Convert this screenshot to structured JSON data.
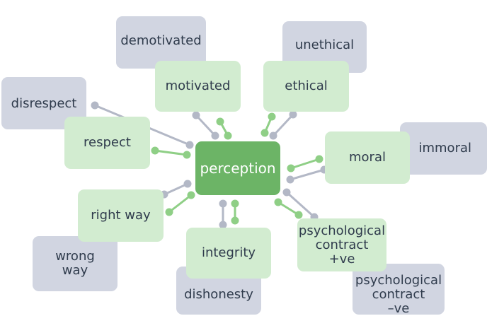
{
  "center": {
    "label": "perception"
  },
  "positive": {
    "motivated": "motivated",
    "ethical": "ethical",
    "respect": "respect",
    "moral": "moral",
    "right_way": "right way",
    "integrity": "integrity",
    "psych_pos": "psychological\ncontract\n+ve"
  },
  "negative": {
    "demotivated": "demotivated",
    "unethical": "unethical",
    "disrespect": "disrespect",
    "immoral": "immoral",
    "wrong_way": "wrong\nway",
    "dishonesty": "dishonesty",
    "psych_neg": "psychological\ncontract\n–ve"
  },
  "colors": {
    "center": "#6cb466",
    "positive_box": "#d2ecd0",
    "negative_box": "#d1d5e1",
    "positive_line": "#8fcf86",
    "negative_line": "#b3b8c6",
    "text": "#2f3b4c"
  }
}
